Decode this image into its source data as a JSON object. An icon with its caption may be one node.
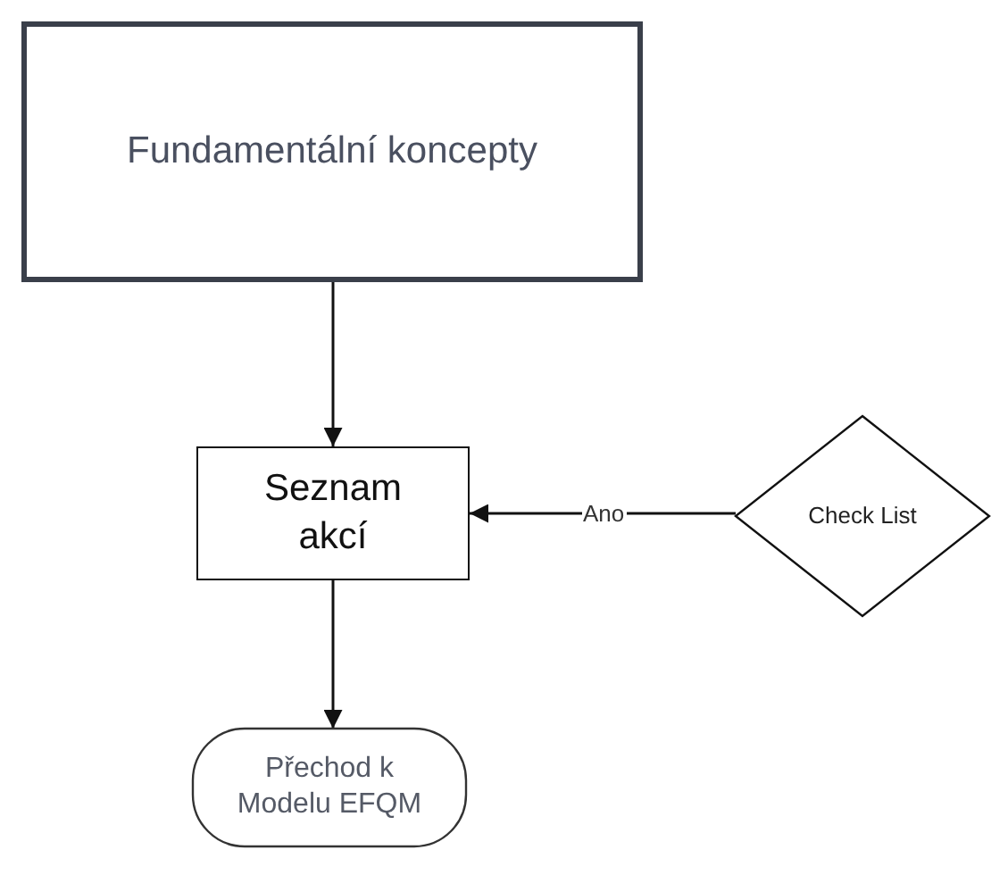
{
  "diagram": {
    "nodes": [
      {
        "text": [
          "Fundamentální koncepty"
        ]
      },
      {
        "text": [
          "Seznam akcí"
        ]
      },
      {
        "text": [
          "Check List"
        ]
      },
      {
        "text": [
          "Přechod k Modelu EFQM"
        ]
      }
    ],
    "edges": [
      {
        "from": 0,
        "to": 1,
        "arrow": "to"
      },
      {
        "from": 2,
        "to": 1,
        "arrow": "to",
        "label": "Ano"
      },
      {
        "from": 1,
        "to": 3,
        "arrow": "to"
      }
    ]
  }
}
